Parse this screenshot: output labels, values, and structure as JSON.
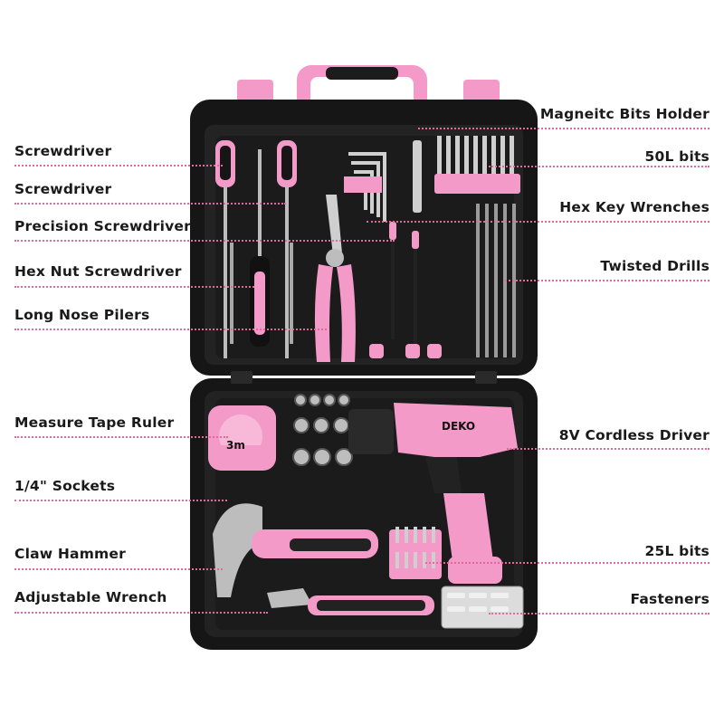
{
  "brand": "DEKO",
  "colors": {
    "pink": "#f49ac8",
    "hot_pink": "#e0569a",
    "case": "#161616",
    "dots": "#e06a9a"
  },
  "labels_left": {
    "screwdriver_1": "Screwdriver",
    "screwdriver_2": "Screwdriver",
    "precision_screwdriver": "Precision Screwdriver",
    "hex_nut_screwdriver": "Hex Nut Screwdriver",
    "long_nose_pliers": "Long Nose Pilers",
    "measure_tape": "Measure Tape Ruler",
    "sockets": "1/4\" Sockets",
    "claw_hammer": "Claw Hammer",
    "adjustable_wrench": "Adjustable Wrench"
  },
  "labels_right": {
    "bits_holder": "Magneitc Bits Holder",
    "bits_50l": "50L bits",
    "hex_keys": "Hex Key Wrenches",
    "twisted_drills": "Twisted Drills",
    "cordless_driver": "8V Cordless Driver",
    "bits_25l": "25L bits",
    "fasteners": "Fasteners"
  },
  "tape_marking": "3m"
}
